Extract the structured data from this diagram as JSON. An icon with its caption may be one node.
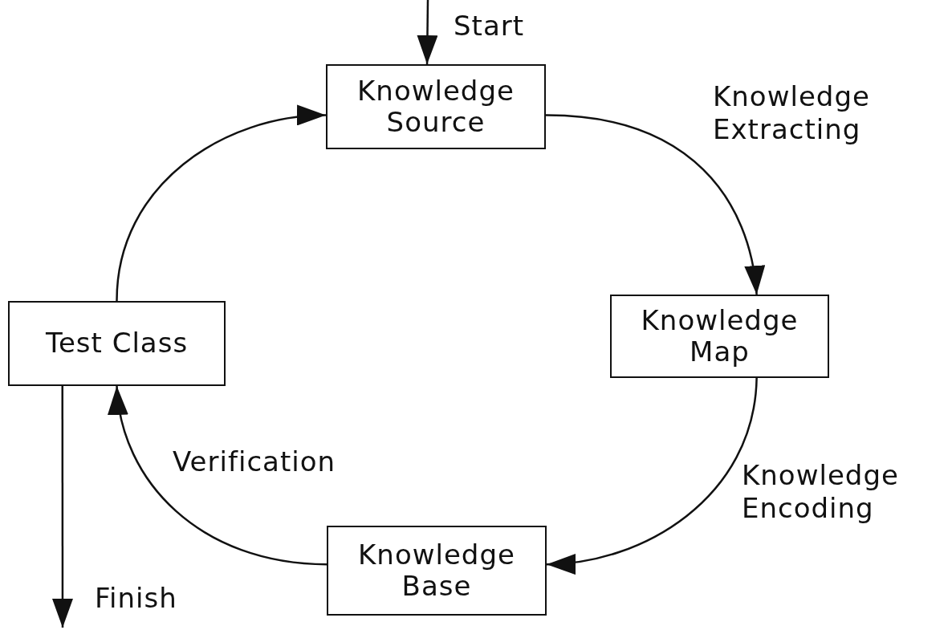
{
  "diagram": {
    "nodes": [
      {
        "text": [
          "Knowledge Source"
        ]
      },
      {
        "text": [
          "Knowledge Map"
        ]
      },
      {
        "text": [
          "Knowledge Base"
        ]
      },
      {
        "text": [
          "Test Class"
        ]
      }
    ],
    "edges": [
      {
        "from": null,
        "to": 0,
        "arrow": "to",
        "label": "Start"
      },
      {
        "from": 0,
        "to": 1,
        "arrow": "to",
        "label": "Knowledge Extracting"
      },
      {
        "from": 1,
        "to": 2,
        "arrow": "to",
        "label": "Knowledge Encoding"
      },
      {
        "from": 2,
        "to": 3,
        "arrow": "to",
        "label": "Verification"
      },
      {
        "from": 3,
        "to": 0,
        "arrow": "to"
      },
      {
        "from": 3,
        "to": null,
        "arrow": "to",
        "label": "Finish"
      }
    ]
  }
}
